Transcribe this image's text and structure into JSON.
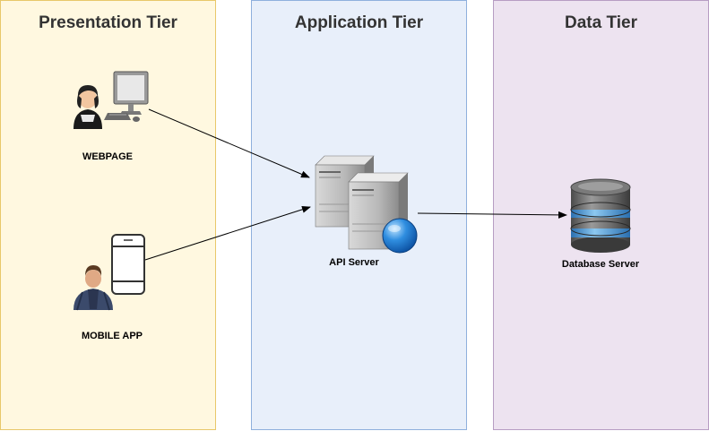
{
  "tiers": {
    "presentation": {
      "title": "Presentation Tier",
      "color": "#fff8e0"
    },
    "application": {
      "title": "Application Tier",
      "color": "#e8effa"
    },
    "data": {
      "title": "Data Tier",
      "color": "#ede3f0"
    }
  },
  "nodes": {
    "webpage": {
      "label": "WEBPAGE",
      "icon": "desktop-user-icon"
    },
    "mobile_app": {
      "label": "MOBILE APP",
      "icon": "mobile-user-icon"
    },
    "api_server": {
      "label": "API Server",
      "icon": "server-globe-icon"
    },
    "database_server": {
      "label": "Database Server",
      "icon": "database-icon"
    }
  },
  "edges": [
    {
      "from": "webpage",
      "to": "api_server"
    },
    {
      "from": "mobile_app",
      "to": "api_server"
    },
    {
      "from": "api_server",
      "to": "database_server"
    }
  ]
}
